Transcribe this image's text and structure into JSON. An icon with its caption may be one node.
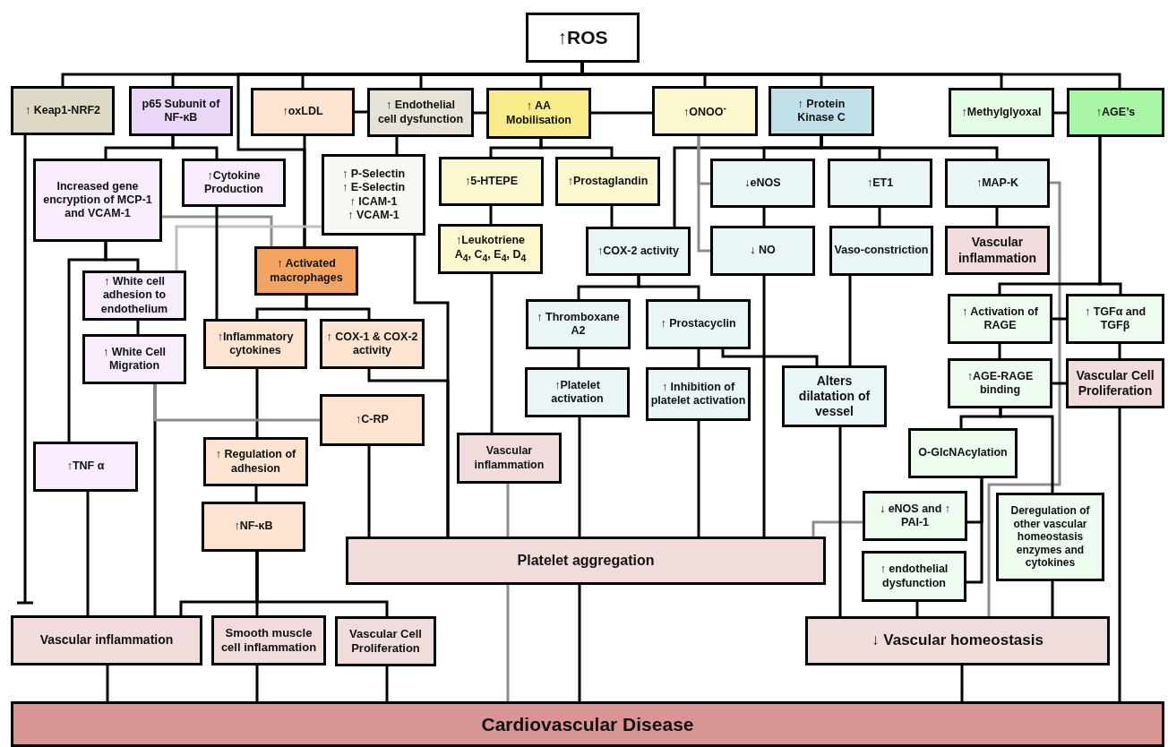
{
  "diagram": {
    "nodes": [
      {
        "text": [
          "↑ROS"
        ]
      },
      {
        "text": [
          "↑ Keap1-NRF2"
        ]
      },
      {
        "text": [
          "p65 Subunit of NF-κB"
        ]
      },
      {
        "text": [
          "↑oxLDL"
        ]
      },
      {
        "text": [
          "↑ Endothelial cell dysfunction"
        ]
      },
      {
        "text": [
          "↑ AA Mobilisation"
        ]
      },
      {
        "text": [
          "↑ONOO$^{-}$"
        ]
      },
      {
        "text": [
          "↑ Protein Kinase C"
        ]
      },
      {
        "text": [
          "↑Methylglyoxal"
        ]
      },
      {
        "text": [
          "↑AGE’s"
        ]
      },
      {
        "text": [
          "Increased gene encryption of MCP-1 and VCAM-1"
        ]
      },
      {
        "text": [
          "↑Cytokine Production"
        ]
      },
      {
        "text": [
          "↑ P-Selectin",
          "↑ E-Selectin",
          "↑ ICAM-1",
          "↑ VCAM-1"
        ]
      },
      {
        "text": [
          "↑ Activated macrophages"
        ]
      },
      {
        "text": [
          "↑ White cell adhesion to endothelium"
        ]
      },
      {
        "text": [
          "↑ White Cell Migration"
        ]
      },
      {
        "text": [
          "↑Inflammatory cytokines"
        ]
      },
      {
        "text": [
          "↑ COX-1 & COX-2 activity"
        ]
      },
      {
        "text": [
          "↑C-RP"
        ]
      },
      {
        "text": [
          "↑TNF α"
        ]
      },
      {
        "text": [
          "↑ Regulation of adhesion"
        ]
      },
      {
        "text": [
          "↑NF-κB"
        ]
      },
      {
        "text": [
          "Vascular inflammation"
        ]
      },
      {
        "text": [
          "Smooth muscle cell inflammation"
        ]
      },
      {
        "text": [
          "Vascular Cell Proliferation"
        ]
      },
      {
        "text": [
          "Platelet aggregation"
        ]
      },
      {
        "text": [
          "Cardiovascular Disease"
        ]
      },
      {
        "text": [
          "↑5-HTEPE"
        ]
      },
      {
        "text": [
          "↑Prostaglandin"
        ]
      },
      {
        "text": [
          "↑Leukotriene A$_{4}$, C$_{4}$, E$_{4}$, D$_{4}$"
        ]
      },
      {
        "text": [
          "↑COX-2 activity"
        ]
      },
      {
        "text": [
          "↓eNOS"
        ]
      },
      {
        "text": [
          "↓ NO"
        ]
      },
      {
        "text": [
          "↑ET1"
        ]
      },
      {
        "text": [
          "Vaso-constriction"
        ]
      },
      {
        "text": [
          "↑MAP-K"
        ]
      },
      {
        "text": [
          "Vascular inflammation"
        ]
      },
      {
        "text": [
          "↑ Thromboxane A2"
        ]
      },
      {
        "text": [
          "↑ Prostacyclin"
        ]
      },
      {
        "text": [
          "↑Platelet activation"
        ]
      },
      {
        "text": [
          "↑ Inhibition of platelet activation"
        ]
      },
      {
        "text": [
          "Alters dilatation of vessel"
        ]
      },
      {
        "text": [
          "Vascular inflammation"
        ]
      },
      {
        "text": [
          "↑ Activation of RAGE"
        ]
      },
      {
        "text": [
          "↑ TGFα and TGFβ"
        ]
      },
      {
        "text": [
          "↑AGE-RAGE binding"
        ]
      },
      {
        "text": [
          "Vascular Cell Proliferation"
        ]
      },
      {
        "text": [
          "O-GlcNAcylation"
        ]
      },
      {
        "text": [
          "↓ eNOS and ↑ PAI-1"
        ]
      },
      {
        "text": [
          "↑ endothelial dysfunction"
        ]
      },
      {
        "text": [
          "Deregulation of other vascular homeostasis enzymes and cytokines"
        ]
      },
      {
        "text": [
          "↓ Vascular homeostasis"
        ]
      }
    ],
    "edges": [
      {
        "from": 0,
        "to": 1,
        "arrow": "none"
      },
      {
        "from": 0,
        "to": 2,
        "arrow": "none"
      },
      {
        "from": 0,
        "to": 3,
        "arrow": "none"
      },
      {
        "from": 0,
        "to": 4,
        "arrow": "none"
      },
      {
        "from": 0,
        "to": 5,
        "arrow": "none"
      },
      {
        "from": 0,
        "to": 6,
        "arrow": "none"
      },
      {
        "from": 0,
        "to": 7,
        "arrow": "none"
      },
      {
        "from": 0,
        "to": 8,
        "arrow": "none"
      },
      {
        "from": 0,
        "to": 9,
        "arrow": "none"
      },
      {
        "from": 0,
        "to": 13,
        "arrow": "none"
      },
      {
        "from": 3,
        "to": 4,
        "arrow": "none"
      },
      {
        "from": 4,
        "to": 5,
        "arrow": "none"
      },
      {
        "from": 5,
        "to": 6,
        "arrow": "none"
      },
      {
        "from": 8,
        "to": 9,
        "arrow": "none"
      },
      {
        "from": 2,
        "to": 10,
        "arrow": "none"
      },
      {
        "from": 2,
        "to": 11,
        "arrow": "none"
      },
      {
        "from": 3,
        "to": 13,
        "arrow": "none"
      },
      {
        "from": 4,
        "to": 12,
        "arrow": "none"
      },
      {
        "from": 10,
        "to": 13,
        "arrow": "none",
        "color": "#8c8c8c"
      },
      {
        "from": 12,
        "to": 14,
        "arrow": "none",
        "color": "#c0c0c0"
      },
      {
        "from": 10,
        "to": 14,
        "arrow": "none"
      },
      {
        "from": 10,
        "to": 19,
        "arrow": "none"
      },
      {
        "from": 14,
        "to": 15,
        "arrow": "none"
      },
      {
        "from": 15,
        "to": 22,
        "arrow": "none"
      },
      {
        "from": 11,
        "to": 16,
        "arrow": "none"
      },
      {
        "from": 13,
        "to": 16,
        "arrow": "none"
      },
      {
        "from": 13,
        "to": 17,
        "arrow": "none"
      },
      {
        "from": 12,
        "to": 25,
        "arrow": "none"
      },
      {
        "from": 17,
        "to": 25,
        "arrow": "none"
      },
      {
        "from": 16,
        "to": 20,
        "arrow": "none"
      },
      {
        "from": 15,
        "to": 18,
        "arrow": "none",
        "color": "#8c8c8c"
      },
      {
        "from": 18,
        "to": 25,
        "arrow": "none"
      },
      {
        "from": 20,
        "to": 21,
        "arrow": "none"
      },
      {
        "from": 21,
        "to": 22,
        "arrow": "none"
      },
      {
        "from": 21,
        "to": 23,
        "arrow": "none"
      },
      {
        "from": 21,
        "to": 24,
        "arrow": "none"
      },
      {
        "from": 19,
        "to": 22,
        "arrow": "none"
      },
      {
        "from": 1,
        "to": 22,
        "arrow": "other"
      },
      {
        "from": 22,
        "to": 26,
        "arrow": "none"
      },
      {
        "from": 23,
        "to": 26,
        "arrow": "none"
      },
      {
        "from": 24,
        "to": 26,
        "arrow": "none"
      },
      {
        "from": 5,
        "to": 27,
        "arrow": "none"
      },
      {
        "from": 5,
        "to": 28,
        "arrow": "none"
      },
      {
        "from": 27,
        "to": 29,
        "arrow": "none"
      },
      {
        "from": 28,
        "to": 30,
        "arrow": "none"
      },
      {
        "from": 29,
        "to": 42,
        "arrow": "none"
      },
      {
        "from": 42,
        "to": 25,
        "arrow": "none",
        "color": "#8c8c8c"
      },
      {
        "from": 25,
        "to": 26,
        "arrow": "none",
        "color": "#8c8c8c"
      },
      {
        "from": 25,
        "to": 26,
        "arrow": "none"
      },
      {
        "from": 7,
        "to": 30,
        "arrow": "none"
      },
      {
        "from": 7,
        "to": 31,
        "arrow": "none"
      },
      {
        "from": 7,
        "to": 33,
        "arrow": "none"
      },
      {
        "from": 7,
        "to": 35,
        "arrow": "none"
      },
      {
        "from": 6,
        "to": 31,
        "arrow": "none",
        "color": "#8c8c8c"
      },
      {
        "from": 6,
        "to": 32,
        "arrow": "none",
        "color": "#8c8c8c"
      },
      {
        "from": 31,
        "to": 32,
        "arrow": "none"
      },
      {
        "from": 33,
        "to": 34,
        "arrow": "none"
      },
      {
        "from": 35,
        "to": 36,
        "arrow": "none"
      },
      {
        "from": 35,
        "to": 51,
        "arrow": "none",
        "color": "#8c8c8c"
      },
      {
        "from": 9,
        "to": 43,
        "arrow": "none"
      },
      {
        "from": 9,
        "to": 44,
        "arrow": "none"
      },
      {
        "from": 43,
        "to": 44,
        "arrow": "none"
      },
      {
        "from": 43,
        "to": 45,
        "arrow": "none"
      },
      {
        "from": 44,
        "to": 46,
        "arrow": "none"
      },
      {
        "from": 45,
        "to": 46,
        "arrow": "none"
      },
      {
        "from": 46,
        "to": 26,
        "arrow": "none"
      },
      {
        "from": 45,
        "to": 47,
        "arrow": "none"
      },
      {
        "from": 45,
        "to": 50,
        "arrow": "none"
      },
      {
        "from": 47,
        "to": 48,
        "arrow": "none"
      },
      {
        "from": 47,
        "to": 49,
        "arrow": "none"
      },
      {
        "from": 48,
        "to": 25,
        "arrow": "none",
        "color": "#8c8c8c"
      },
      {
        "from": 49,
        "to": 51,
        "arrow": "none"
      },
      {
        "from": 50,
        "to": 51,
        "arrow": "none"
      },
      {
        "from": 41,
        "to": 51,
        "arrow": "none"
      },
      {
        "from": 51,
        "to": 26,
        "arrow": "none"
      },
      {
        "from": 34,
        "to": 41,
        "arrow": "none"
      },
      {
        "from": 38,
        "to": 41,
        "arrow": "none"
      },
      {
        "from": 30,
        "to": 37,
        "arrow": "none"
      },
      {
        "from": 30,
        "to": 38,
        "arrow": "none"
      },
      {
        "from": 37,
        "to": 39,
        "arrow": "none"
      },
      {
        "from": 38,
        "to": 40,
        "arrow": "none"
      },
      {
        "from": 39,
        "to": 25,
        "arrow": "none"
      },
      {
        "from": 40,
        "to": 25,
        "arrow": "none"
      },
      {
        "from": 32,
        "to": 25,
        "arrow": "none"
      }
    ]
  }
}
